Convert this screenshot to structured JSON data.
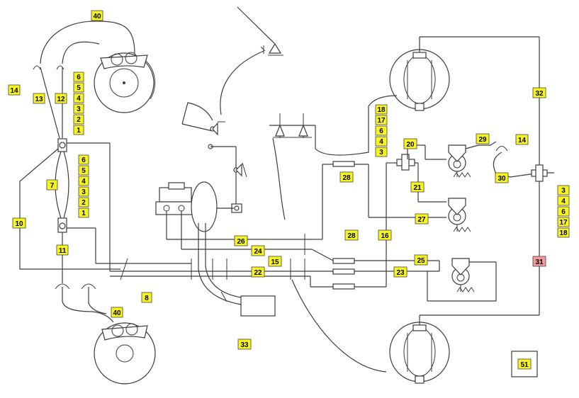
{
  "colors": {
    "label_fill": "#f7f51c",
    "label_fill_highlight": "#f09aa0",
    "line": "#3c3c3c",
    "background": "#ffffff"
  },
  "labels": {
    "l40a": "40",
    "l40b": "40",
    "l14a": "14",
    "l14b": "14",
    "l13": "13",
    "l12": "12",
    "s1_6": "6",
    "s1_5": "5",
    "s1_4": "4",
    "s1_3": "3",
    "s1_2": "2",
    "s1_1": "1",
    "s2_6": "6",
    "s2_5": "5",
    "s2_4": "4",
    "s2_3": "3",
    "s2_2": "2",
    "s2_1": "1",
    "l7": "7",
    "l10": "10",
    "l11": "11",
    "l8": "8",
    "l33": "33",
    "l26": "26",
    "l24": "24",
    "l15": "15",
    "l22": "22",
    "l28a": "28",
    "l28b": "28",
    "l27": "27",
    "l25": "25",
    "l23": "23",
    "l16": "16",
    "l21": "21",
    "l20": "20",
    "l29": "29",
    "l30": "30",
    "s3_18": "18",
    "s3_17": "17",
    "s3_6": "6",
    "s3_4": "4",
    "s3_3": "3",
    "s4_3": "3",
    "s4_4": "4",
    "s4_6": "6",
    "s4_17": "17",
    "s4_18": "18",
    "l32": "32",
    "l31": "31",
    "l51": "51"
  }
}
